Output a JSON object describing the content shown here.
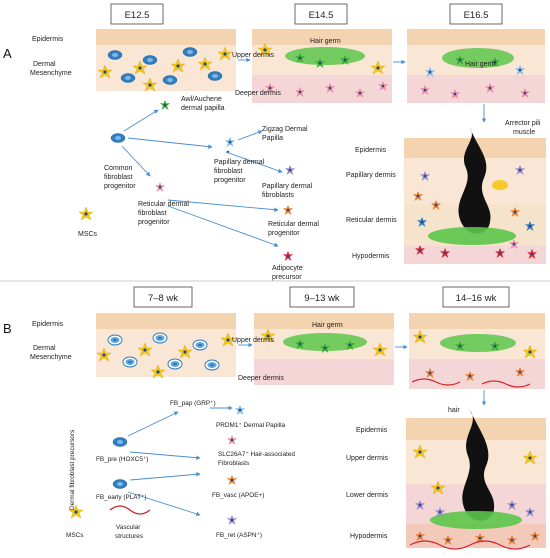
{
  "panels": {
    "A": {
      "letter": "A",
      "stages": [
        "E12.5",
        "E14.5",
        "E16.5"
      ],
      "layer_labels": {
        "epidermis": "Epidermis",
        "dermal_mesenchyme": "Dermal Mesenchyme",
        "upper_dermis": "Upper dermis",
        "deeper_dermis": "Deeper dermis",
        "hair_germ_1": "Hair germ",
        "hair_germ_2": "Hair germ"
      },
      "lineage": {
        "common": "Common fibroblast progenitor",
        "awl": "Awl/Auchene dermal papilla",
        "zigzag": "Zigzag Dermal Papilla",
        "papillary_progenitor": "Papillary dermal fibroblast progenitor",
        "papillary_fibroblasts": "Papillary dermal fibroblasts",
        "reticular_progenitor_left": "Reticular dermal fibroblast progenitor",
        "reticular_progenitor_right": "Reticular dermal progenitor",
        "adipocyte": "Adipocyte precursor",
        "mscs": "MSCs"
      },
      "skin_labels": {
        "arrector": "Arrector pili muscle",
        "epidermis": "Epidermis",
        "papillary": "Papillary dermis",
        "reticular": "Reticular dermis",
        "hypodermis": "Hypodermis"
      }
    },
    "B": {
      "letter": "B",
      "stages": [
        "7–8 wk",
        "9–13 wk",
        "14–16 wk"
      ],
      "layer_labels": {
        "epidermis": "Epidermis",
        "dermal_mesenchyme": "Dermal Mesenchyme",
        "upper_dermis": "Upper dermis",
        "deeper_dermis": "Deeper dermis",
        "hair_germ": "Hair germ",
        "hair": "hair"
      },
      "lineage": {
        "fb_pap": "FB_pap (GRP⁺)",
        "prdm1": "PRDM1⁺ Dermal Papilla",
        "fb_pre": "FB_pre (HOXC5⁺)",
        "slc": "SLC26A7⁺ Hair-associated Fibroblasts",
        "fb_early": "FB_early (PLAT⁺)",
        "fb_vasc": "FB_vasc (APOE+)",
        "fb_ret": "FB_ret (ASPN⁺)",
        "side": "Dermal fibroblast precursors",
        "mscs": "MSCs",
        "vascular": "Vascular structures"
      },
      "skin_labels": {
        "epidermis": "Epidermis",
        "upper": "Upper dermis",
        "lower": "Lower dermis",
        "hypodermis": "Hypodermis"
      }
    }
  },
  "colors": {
    "epidermis": "#f4d4b0",
    "dermis": "#fae6d4",
    "deep_dermis": "#f5d6d6",
    "msc_star": "#f5c518",
    "blue_cell": "#2f7fc0",
    "green_cell": "#5cc54a",
    "pink_cell": "#e98aa0",
    "red_cell": "#d8283a",
    "orange_cell": "#e87a2a",
    "purple_cell": "#9a86c8",
    "arrow": "#4a8fd0",
    "vascular": "#d6202a"
  }
}
